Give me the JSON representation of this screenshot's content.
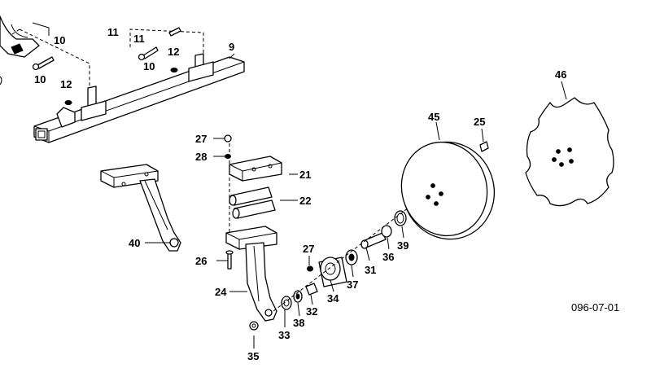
{
  "drawing_id": "096-07-01",
  "callouts": [
    "9",
    "10",
    "10",
    "10",
    "11",
    "11",
    "12",
    "12",
    "21",
    "22",
    "24",
    "25",
    "26",
    "27",
    "27",
    "28",
    "31",
    "32",
    "33",
    "34",
    "35",
    "36",
    "37",
    "38",
    "39",
    "40",
    "45",
    "46"
  ]
}
